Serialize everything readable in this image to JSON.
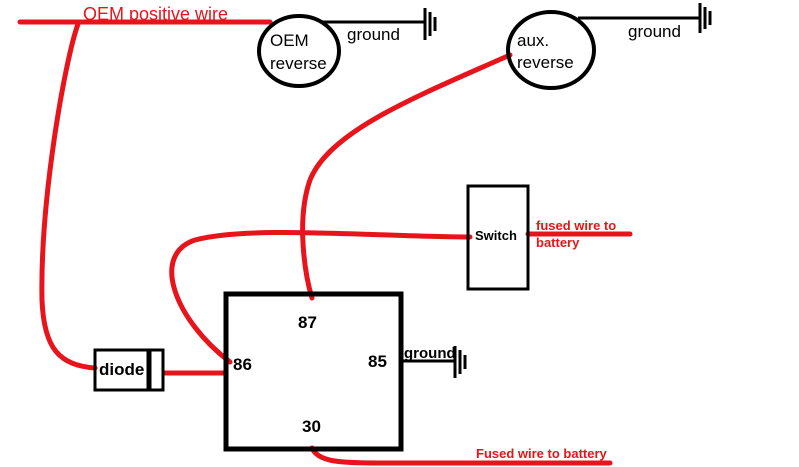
{
  "labels": {
    "oem_positive_wire": "OEM positive wire",
    "oem_reverse_line1": "OEM",
    "oem_reverse_line2": "reverse",
    "ground_oem": "ground",
    "aux_reverse_line1": "aux.",
    "aux_reverse_line2": "reverse",
    "ground_aux": "ground",
    "switch": "Switch",
    "fused_wire_switch_line1": "fused wire to",
    "fused_wire_switch_line2": "battery",
    "diode": "diode",
    "pin_87": "87",
    "pin_86": "86",
    "pin_85": "85",
    "pin_30": "30",
    "ground_relay": "ground",
    "fused_wire_battery": "Fused wire to battery"
  },
  "colors": {
    "wire": "#e8141c",
    "line": "#000000",
    "background": "#ffffff"
  }
}
